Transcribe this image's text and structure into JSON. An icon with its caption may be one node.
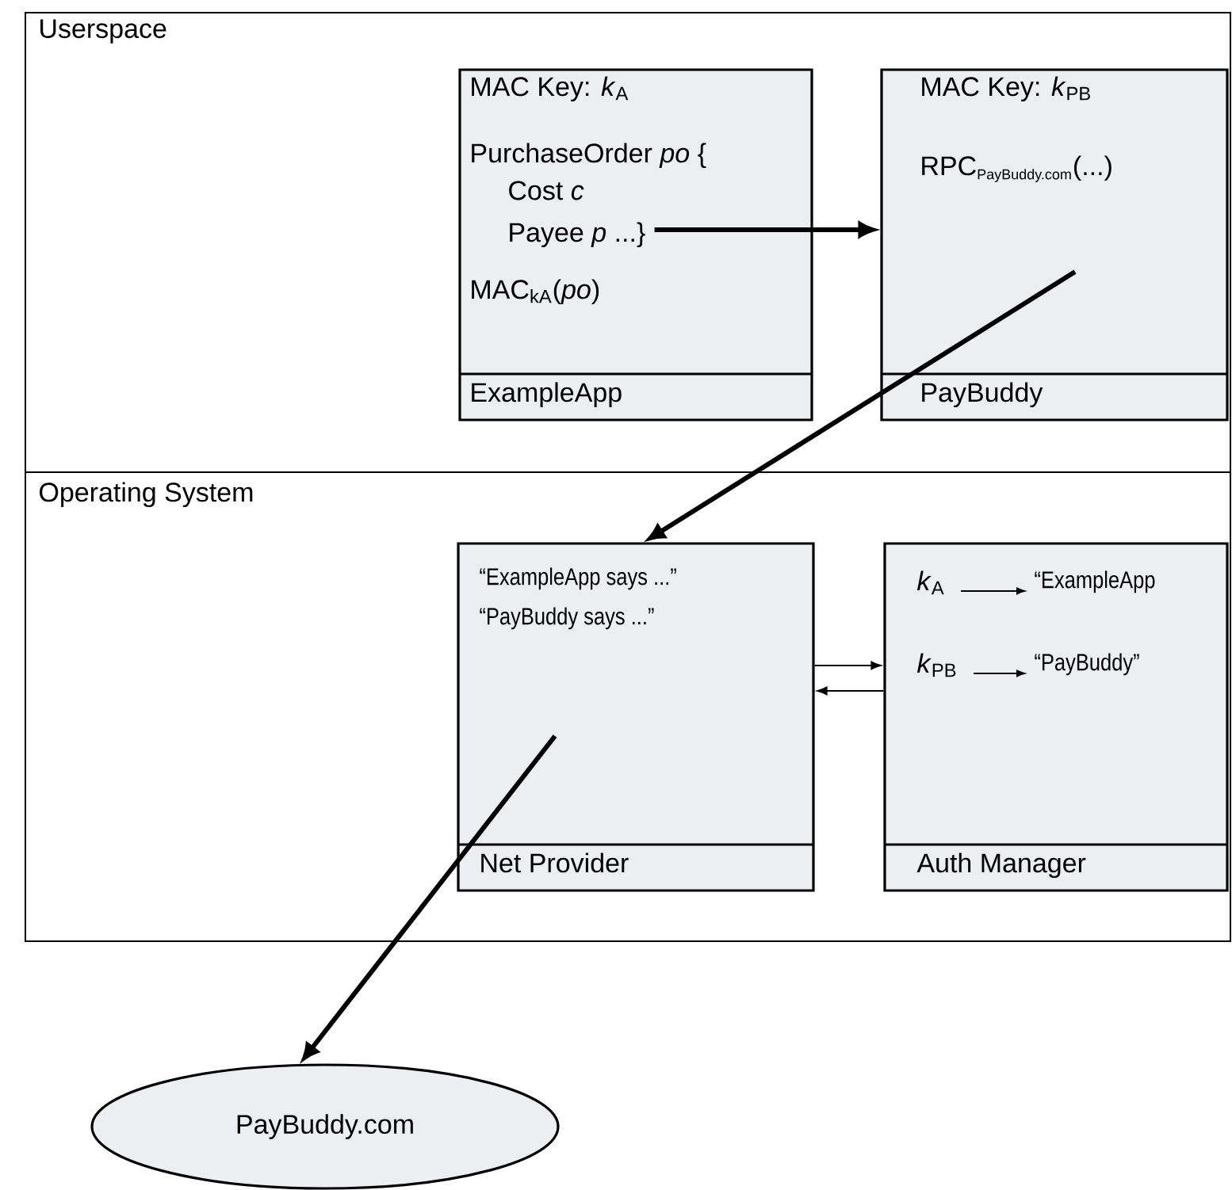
{
  "diagram": {
    "nodes": [
      {
        "text": [
          "Userspace"
        ]
      },
      {
        "text": [
          "MAC Key: *k*$_{A}$",
          "PurchaseOrder *po* {",
          "Cost *c*",
          "Payee *p* ...}",
          "MAC$_{kA}$(*po*)",
          "ExampleApp"
        ],
        "in": 0
      },
      {
        "text": [
          "MAC Key: *k*$_{PB}$",
          "\\mbox{RPC}_{\\mbox{\\small PayBuddy.com}}\\mbox{(...)}",
          "PayBuddy"
        ],
        "in": 0
      },
      {
        "text": [
          "Operating System"
        ]
      },
      {
        "text": [
          "“ExampleApp says ...”",
          "“PayBuddy says ...”",
          "Net Provider"
        ],
        "in": 3
      },
      {
        "text": [
          "*k*$_{A}$",
          "“ExampleApp",
          "*k*$_{PB}$",
          "“PayBuddy”",
          "Auth Manager"
        ],
        "in": 3
      },
      {
        "text": [
          "PayBuddy.com"
        ]
      }
    ],
    "edges": [
      {
        "from": 1,
        "to": 2,
        "arrow": "to"
      },
      {
        "from": 2,
        "to": 4,
        "arrow": "to"
      },
      {
        "from": 4,
        "to": 5,
        "arrow": "to"
      },
      {
        "from": 5,
        "to": 4,
        "arrow": "to"
      },
      {
        "from": 4,
        "to": 6,
        "arrow": "to"
      }
    ]
  }
}
